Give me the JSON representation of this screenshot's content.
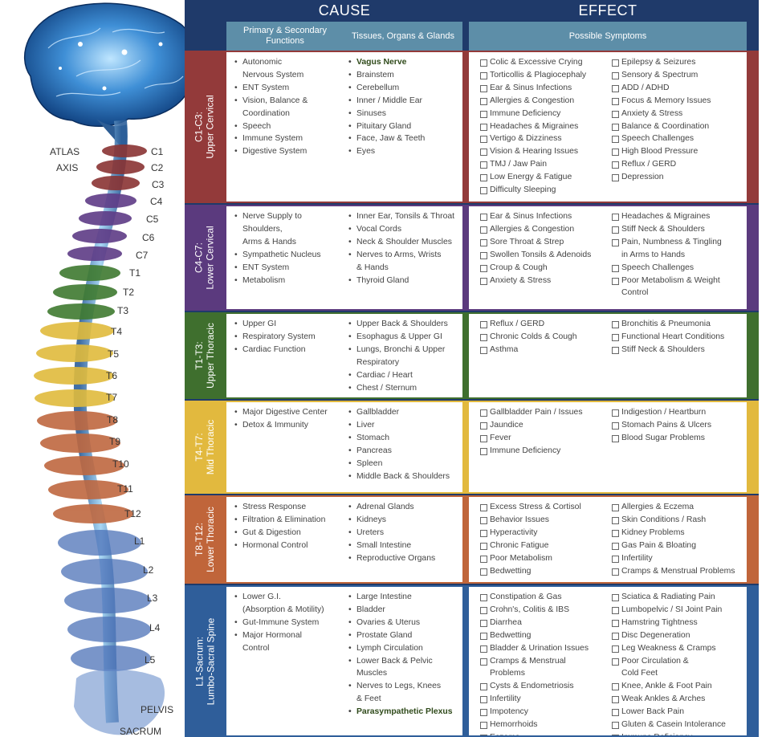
{
  "header": {
    "cause": "CAUSE",
    "effect": "EFFECT",
    "primary": "Primary & Secondary Functions",
    "tissues": "Tissues, Organs & Glands",
    "symptoms": "Possible Symptoms"
  },
  "spine_labels": {
    "atlas": "ATLAS",
    "axis": "AXIS",
    "pelvis": "PELVIS",
    "sacrum": "SACRUM",
    "vertebrae": [
      "C1",
      "C2",
      "C3",
      "C4",
      "C5",
      "C6",
      "C7",
      "T1",
      "T2",
      "T3",
      "T4",
      "T5",
      "T6",
      "T7",
      "T8",
      "T9",
      "T10",
      "T11",
      "T12",
      "L1",
      "L2",
      "L3",
      "L4",
      "L5"
    ]
  },
  "colors": {
    "frame": "#1f3a6a",
    "subheader": "#5d8ea8",
    "upper_cervical": "#933a3a",
    "lower_cervical": "#5b3a7e",
    "upper_thoracic": "#3f6f2e",
    "mid_thoracic": "#e2b93e",
    "lower_thoracic": "#c0653a",
    "lumbo_sacral": "#2f5e9a"
  },
  "sections": [
    {
      "label": "C1-C3: Upper Cervical",
      "functions": [
        {
          "t": "Autonomic"
        },
        {
          "t": "Nervous System",
          "c": 1
        },
        {
          "t": "ENT System"
        },
        {
          "t": "Vision, Balance &"
        },
        {
          "t": "Coordination",
          "c": 1
        },
        {
          "t": "Speech"
        },
        {
          "t": "Immune System"
        },
        {
          "t": "Digestive System"
        }
      ],
      "tissues": [
        {
          "t": "Vagus Nerve",
          "b": 1
        },
        {
          "t": "Brainstem"
        },
        {
          "t": "Cerebellum"
        },
        {
          "t": "Inner / Middle Ear"
        },
        {
          "t": "Sinuses"
        },
        {
          "t": "Pituitary Gland"
        },
        {
          "t": "Face, Jaw & Teeth"
        },
        {
          "t": "Eyes"
        }
      ],
      "symptoms_a": [
        {
          "t": "Colic & Excessive Crying"
        },
        {
          "t": "Torticollis & Plagiocephaly"
        },
        {
          "t": "Ear & Sinus Infections"
        },
        {
          "t": "Allergies & Congestion"
        },
        {
          "t": "Immune Deficiency"
        },
        {
          "t": "Headaches & Migraines"
        },
        {
          "t": "Vertigo & Dizziness"
        },
        {
          "t": "Vision & Hearing Issues"
        },
        {
          "t": "TMJ / Jaw Pain"
        },
        {
          "t": "Low Energy & Fatigue"
        },
        {
          "t": "Difficulty Sleeping"
        }
      ],
      "symptoms_b": [
        {
          "t": "Epilepsy & Seizures"
        },
        {
          "t": "Sensory & Spectrum"
        },
        {
          "t": "ADD / ADHD"
        },
        {
          "t": "Focus & Memory Issues"
        },
        {
          "t": "Anxiety & Stress"
        },
        {
          "t": "Balance & Coordination"
        },
        {
          "t": "Speech Challenges"
        },
        {
          "t": "High Blood Pressure"
        },
        {
          "t": "Reflux / GERD"
        },
        {
          "t": "Depression"
        }
      ]
    },
    {
      "label": "C4-C7: Lower Cervical",
      "functions": [
        {
          "t": "Nerve Supply to"
        },
        {
          "t": "Shoulders,",
          "c": 1
        },
        {
          "t": "Arms & Hands",
          "c": 1
        },
        {
          "t": "Sympathetic Nucleus"
        },
        {
          "t": "ENT System"
        },
        {
          "t": "Metabolism"
        }
      ],
      "tissues": [
        {
          "t": "Inner Ear, Tonsils & Throat"
        },
        {
          "t": "Vocal Cords"
        },
        {
          "t": "Neck & Shoulder Muscles"
        },
        {
          "t": "Nerves to Arms, Wrists"
        },
        {
          "t": "& Hands",
          "c": 1
        },
        {
          "t": "Thyroid Gland"
        }
      ],
      "symptoms_a": [
        {
          "t": "Ear & Sinus Infections"
        },
        {
          "t": "Allergies & Congestion"
        },
        {
          "t": "Sore Throat & Strep"
        },
        {
          "t": "Swollen Tonsils & Adenoids"
        },
        {
          "t": "Croup & Cough"
        },
        {
          "t": "Anxiety & Stress"
        }
      ],
      "symptoms_b": [
        {
          "t": "Headaches & Migraines"
        },
        {
          "t": "Stiff Neck & Shoulders"
        },
        {
          "t": "Pain, Numbness & Tingling"
        },
        {
          "t": "in Arms to Hands",
          "c": 1
        },
        {
          "t": "Speech Challenges"
        },
        {
          "t": "Poor Metabolism & Weight"
        },
        {
          "t": "Control",
          "c": 1
        }
      ]
    },
    {
      "label": "T1-T3: Upper Thoracic",
      "functions": [
        {
          "t": "Upper GI"
        },
        {
          "t": "Respiratory System"
        },
        {
          "t": "Cardiac Function"
        }
      ],
      "tissues": [
        {
          "t": "Upper Back & Shoulders"
        },
        {
          "t": "Esophagus & Upper GI"
        },
        {
          "t": "Lungs, Bronchi & Upper"
        },
        {
          "t": "Respiratory",
          "c": 1
        },
        {
          "t": "Cardiac / Heart"
        },
        {
          "t": "Chest / Sternum"
        }
      ],
      "symptoms_a": [
        {
          "t": "Reflux / GERD"
        },
        {
          "t": "Chronic Colds & Cough"
        },
        {
          "t": "Asthma"
        }
      ],
      "symptoms_b": [
        {
          "t": "Bronchitis & Pneumonia"
        },
        {
          "t": "Functional Heart Conditions"
        },
        {
          "t": "Stiff Neck & Shoulders"
        }
      ]
    },
    {
      "label": "T4-T7: Mid Thoracic",
      "functions": [
        {
          "t": "Major Digestive Center"
        },
        {
          "t": "Detox & Immunity"
        }
      ],
      "tissues": [
        {
          "t": "Gallbladder"
        },
        {
          "t": "Liver"
        },
        {
          "t": "Stomach"
        },
        {
          "t": "Pancreas"
        },
        {
          "t": "Spleen"
        },
        {
          "t": "Middle Back & Shoulders"
        }
      ],
      "symptoms_a": [
        {
          "t": "Gallbladder Pain / Issues"
        },
        {
          "t": "Jaundice"
        },
        {
          "t": "Fever"
        },
        {
          "t": "Immune Deficiency"
        }
      ],
      "symptoms_b": [
        {
          "t": "Indigestion / Heartburn"
        },
        {
          "t": "Stomach Pains & Ulcers"
        },
        {
          "t": "Blood Sugar Problems"
        }
      ]
    },
    {
      "label": "T8-T12: Lower Thoracic",
      "functions": [
        {
          "t": "Stress Response"
        },
        {
          "t": "Filtration & Elimination"
        },
        {
          "t": "Gut & Digestion"
        },
        {
          "t": "Hormonal Control"
        }
      ],
      "tissues": [
        {
          "t": "Adrenal Glands"
        },
        {
          "t": "Kidneys"
        },
        {
          "t": "Ureters"
        },
        {
          "t": "Small Intestine"
        },
        {
          "t": "Reproductive Organs"
        }
      ],
      "symptoms_a": [
        {
          "t": "Excess Stress & Cortisol"
        },
        {
          "t": "Behavior Issues"
        },
        {
          "t": "Hyperactivity"
        },
        {
          "t": "Chronic Fatigue"
        },
        {
          "t": "Poor Metabolism"
        },
        {
          "t": "Bedwetting"
        }
      ],
      "symptoms_b": [
        {
          "t": "Allergies & Eczema"
        },
        {
          "t": "Skin Conditions / Rash"
        },
        {
          "t": "Kidney Problems"
        },
        {
          "t": "Gas Pain & Bloating"
        },
        {
          "t": "Infertility"
        },
        {
          "t": "Cramps & Menstrual Problems"
        }
      ]
    },
    {
      "label": "L1-Sacrum: Lumbo-Sacral Spine",
      "functions": [
        {
          "t": "Lower G.I."
        },
        {
          "t": "(Absorption & Motility)",
          "c": 1
        },
        {
          "t": "Gut-Immune System"
        },
        {
          "t": "Major Hormonal"
        },
        {
          "t": "Control",
          "c": 1
        }
      ],
      "tissues": [
        {
          "t": "Large Intestine"
        },
        {
          "t": "Bladder"
        },
        {
          "t": "Ovaries & Uterus"
        },
        {
          "t": "Prostate Gland"
        },
        {
          "t": "Lymph Circulation"
        },
        {
          "t": "Lower Back & Pelvic"
        },
        {
          "t": "Muscles",
          "c": 1
        },
        {
          "t": "Nerves to Legs, Knees"
        },
        {
          "t": "& Feet",
          "c": 1
        },
        {
          "t": "Parasympathetic Plexus",
          "b": 1
        }
      ],
      "symptoms_a": [
        {
          "t": "Constipation & Gas"
        },
        {
          "t": "Crohn's, Colitis & IBS"
        },
        {
          "t": "Diarrhea"
        },
        {
          "t": "Bedwetting"
        },
        {
          "t": "Bladder & Urination Issues"
        },
        {
          "t": "Cramps & Menstrual"
        },
        {
          "t": "Problems",
          "c": 1
        },
        {
          "t": "Cysts & Endometriosis"
        },
        {
          "t": "Infertility"
        },
        {
          "t": "Impotency"
        },
        {
          "t": "Hemorrhoids"
        },
        {
          "t": "Eczema"
        }
      ],
      "symptoms_b": [
        {
          "t": "Sciatica & Radiating Pain"
        },
        {
          "t": "Lumbopelvic / SI Joint Pain"
        },
        {
          "t": "Hamstring Tightness"
        },
        {
          "t": "Disc Degeneration"
        },
        {
          "t": "Leg Weakness & Cramps"
        },
        {
          "t": "Poor Circulation &"
        },
        {
          "t": "Cold Feet",
          "c": 1
        },
        {
          "t": "Knee, Ankle & Foot Pain"
        },
        {
          "t": "Weak Ankles & Arches"
        },
        {
          "t": "Lower Back Pain"
        },
        {
          "t": "Gluten & Casein Intolerance"
        },
        {
          "t": "Immune Deficiency"
        }
      ]
    }
  ]
}
